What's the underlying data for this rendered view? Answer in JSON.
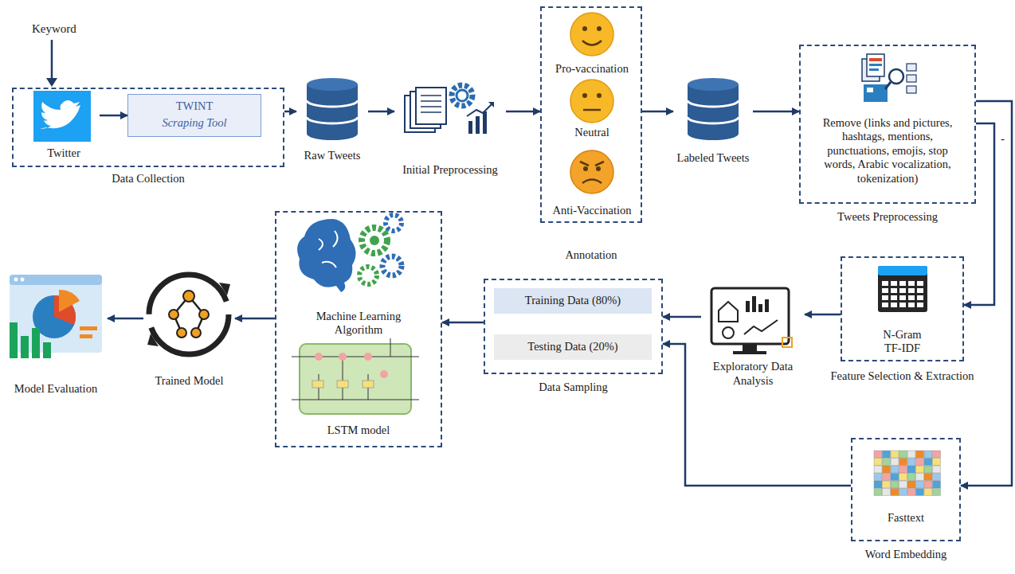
{
  "diagram": {
    "nodes": [
      {
        "text": [
          "Data Collection"
        ]
      },
      {
        "text": [
          "Twitter"
        ],
        "in": 0
      },
      {
        "text": [
          "TWINT",
          "Scraping Tool"
        ],
        "in": 0
      },
      {
        "text": [
          "Raw Tweets"
        ]
      },
      {
        "text": [
          "Initial Preprocessing"
        ]
      },
      {
        "text": [
          "Annotation"
        ]
      },
      {
        "text": [
          "Pro-vaccination"
        ],
        "in": 5
      },
      {
        "text": [
          "Neutral"
        ],
        "in": 5
      },
      {
        "text": [
          "Anti-Vaccination"
        ],
        "in": 5
      },
      {
        "text": [
          "Labeled Tweets"
        ]
      },
      {
        "text": [
          "Remove (links and pictures, hashtags, mentions, punctuations, emojis, stop words, Arabic vocalization, tokenization)",
          "Tweets Preprocessing"
        ]
      },
      {
        "text": [
          "N-Gram TF-IDF",
          "Feature Selection & Extraction"
        ]
      },
      {
        "text": [
          "Fasttext",
          "Word Embedding"
        ]
      },
      {
        "text": [
          "Exploratory Data Analysis"
        ]
      },
      {
        "text": [
          "Data Sampling"
        ]
      },
      {
        "text": [
          "Training Data (80%)"
        ],
        "in": 14
      },
      {
        "text": [
          "Testing Data (20%)"
        ],
        "in": 14
      },
      {
        "text": [
          "Machine Learning Algorithm",
          "LSTM model"
        ]
      },
      {
        "text": [
          "Trained Model"
        ]
      },
      {
        "text": [
          "Model Evaluation"
        ]
      }
    ],
    "edges": [
      {
        "from": 1,
        "to": 2,
        "arrow": "to"
      },
      {
        "from": 0,
        "to": 3,
        "arrow": "to"
      },
      {
        "from": 3,
        "to": 4,
        "arrow": "to"
      },
      {
        "from": 4,
        "to": 5,
        "arrow": "to"
      },
      {
        "from": 5,
        "to": 9,
        "arrow": "to"
      },
      {
        "from": 9,
        "to": 10,
        "arrow": "to"
      },
      {
        "from": 10,
        "to": 11,
        "arrow": "to"
      },
      {
        "from": 10,
        "to": 12,
        "arrow": "to"
      },
      {
        "from": 11,
        "to": 13,
        "arrow": "to"
      },
      {
        "from": 13,
        "to": 14,
        "arrow": "to"
      },
      {
        "from": 12,
        "to": 14,
        "arrow": "to"
      },
      {
        "from": 14,
        "to": 17,
        "arrow": "to"
      },
      {
        "from": 17,
        "to": 18,
        "arrow": "to"
      },
      {
        "from": 18,
        "to": 19,
        "arrow": "to"
      }
    ],
    "labels": [
      "Keyword",
      "-"
    ]
  }
}
